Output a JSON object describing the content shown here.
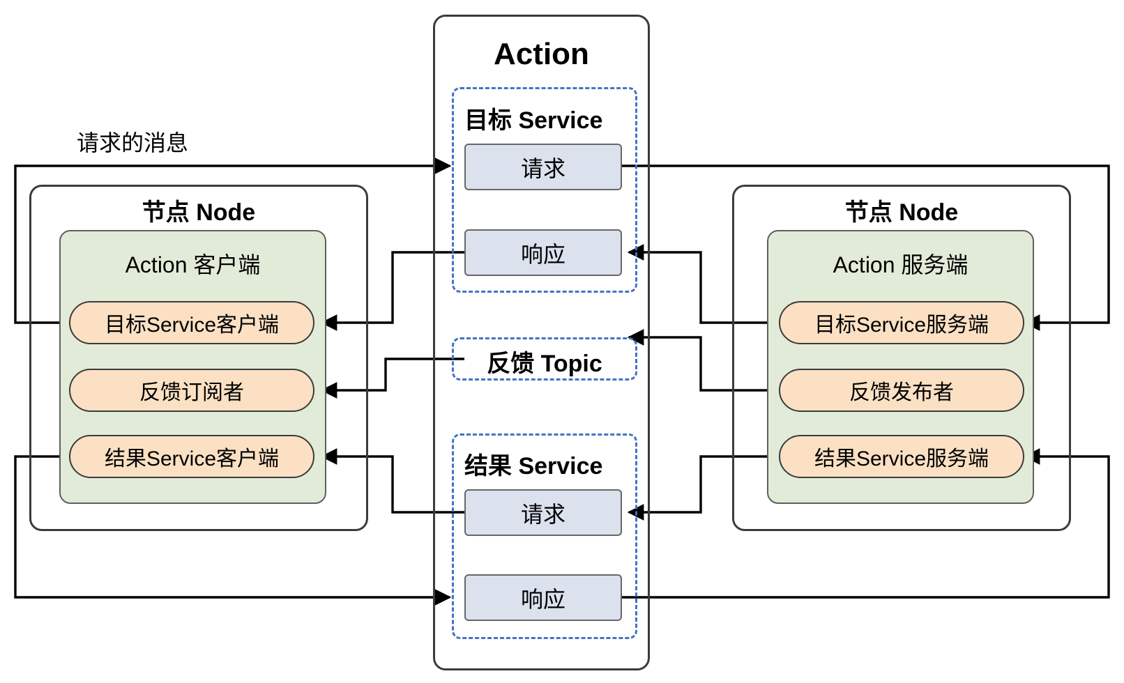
{
  "diagram": {
    "title_note": "请求的消息",
    "middle": {
      "action_label": "Action",
      "goal_service": {
        "label": "目标 Service",
        "request": "请求",
        "response": "响应"
      },
      "feedback_topic": {
        "label": "反馈 Topic"
      },
      "result_service": {
        "label": "结果 Service",
        "request": "请求",
        "response": "响应"
      }
    },
    "left_node": {
      "node_label": "节点 Node",
      "group_label": "Action 客户端",
      "items": [
        {
          "label": "目标Service客户端"
        },
        {
          "label": "反馈订阅者"
        },
        {
          "label": "结果Service客户端"
        }
      ]
    },
    "right_node": {
      "node_label": "节点 Node",
      "group_label": "Action 服务端",
      "items": [
        {
          "label": "目标Service服务端"
        },
        {
          "label": "反馈发布者"
        },
        {
          "label": "结果Service服务端"
        }
      ]
    },
    "colors": {
      "dashed_blue": "#4472c4",
      "rect_blue_fill": "#dce1ee",
      "pill_orange_fill": "#fbe0c3",
      "group_green_fill": "#e2ebd8",
      "outline_dark": "#3b3b3b",
      "wire_black": "#000000"
    }
  }
}
